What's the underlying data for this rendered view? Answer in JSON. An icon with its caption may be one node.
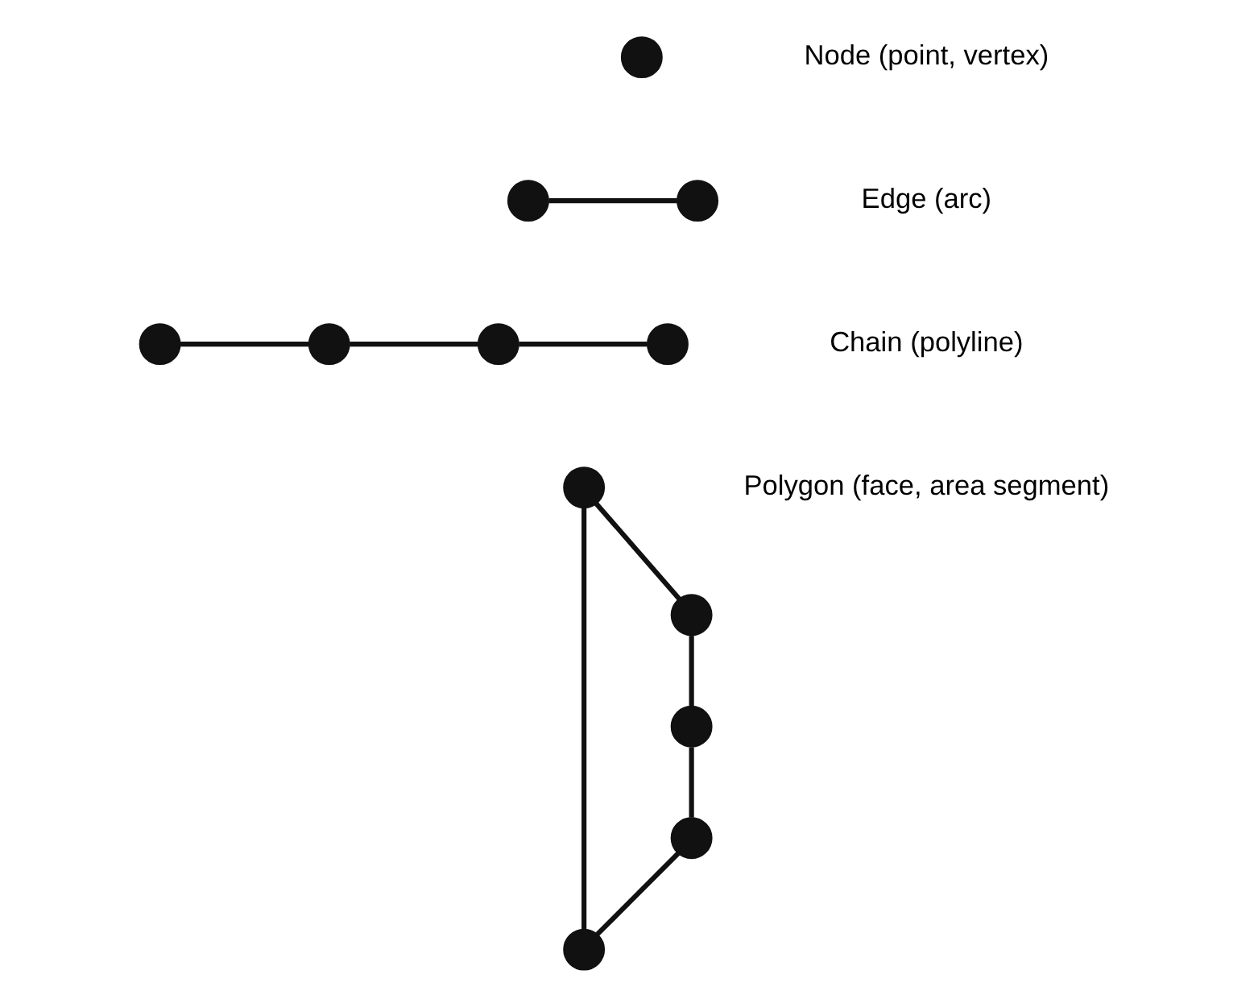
{
  "diagram": {
    "nodes": [
      {
        "text": [],
        "shape": "circle"
      },
      {
        "text": [],
        "shape": "circle"
      },
      {
        "text": [],
        "shape": "circle"
      },
      {
        "text": [],
        "shape": "circle"
      },
      {
        "text": [],
        "shape": "circle"
      },
      {
        "text": [],
        "shape": "circle"
      },
      {
        "text": [],
        "shape": "circle"
      },
      {
        "text": [],
        "shape": "circle"
      },
      {
        "text": [],
        "shape": "circle"
      },
      {
        "text": [],
        "shape": "circle"
      },
      {
        "text": [],
        "shape": "circle"
      },
      {
        "text": [],
        "shape": "circle"
      }
    ],
    "edges": [
      {
        "from": 1,
        "to": 2,
        "arrow": "none"
      },
      {
        "from": 3,
        "to": 4,
        "arrow": "none"
      },
      {
        "from": 4,
        "to": 5,
        "arrow": "none"
      },
      {
        "from": 5,
        "to": 6,
        "arrow": "none"
      },
      {
        "from": 8,
        "to": 7,
        "arrow": "none"
      },
      {
        "from": 7,
        "to": 9,
        "arrow": "none"
      },
      {
        "from": 9,
        "to": 11,
        "arrow": "none"
      },
      {
        "from": 11,
        "to": 10,
        "arrow": "none"
      },
      {
        "from": 10,
        "to": 8,
        "arrow": "none"
      }
    ],
    "labels": [
      "Node (point, vertex)",
      "Edge (arc)",
      "Chain (polyline)",
      "Polygon (face, area segment)"
    ]
  }
}
